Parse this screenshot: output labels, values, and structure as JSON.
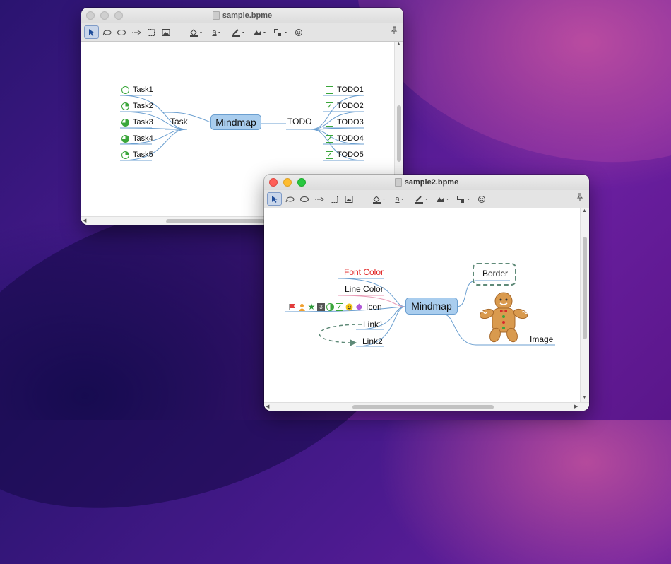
{
  "window1": {
    "title": "sample.bpme",
    "mindmap": {
      "center": "Mindmap",
      "left_branch": "Task",
      "right_branch": "TODO",
      "tasks": [
        "Task1",
        "Task2",
        "Task3",
        "Task4",
        "Task5"
      ],
      "task_progress": [
        0,
        0.25,
        0.75,
        0.75,
        0.25
      ],
      "todos": [
        "TODO1",
        "TODO2",
        "TODO3",
        "TODO4",
        "TODO5"
      ],
      "todo_checked": [
        false,
        true,
        false,
        true,
        true
      ]
    }
  },
  "window2": {
    "title": "sample2.bpme",
    "mindmap": {
      "center": "Mindmap",
      "font_color": "Font Color",
      "line_color": "Line Color",
      "icon": "Icon",
      "icon_number": "3",
      "link1": "Link1",
      "link2": "Link2",
      "border": "Border",
      "image": "Image"
    }
  },
  "toolbar": {
    "text_color_glyph": "a",
    "icons": [
      "select-icon",
      "lasso-icon",
      "ellipse-icon",
      "arrow-link-icon",
      "marquee-icon",
      "image-icon",
      "fill-color-icon",
      "text-color-icon",
      "line-color-icon",
      "style-icon",
      "layout-icon",
      "emoji-icon",
      "pin-icon"
    ]
  },
  "colors": {
    "accent_node": "#a9cdee",
    "green": "#3aa63a",
    "font_color_red": "#e02020",
    "line_pink": "#e89ab5"
  }
}
